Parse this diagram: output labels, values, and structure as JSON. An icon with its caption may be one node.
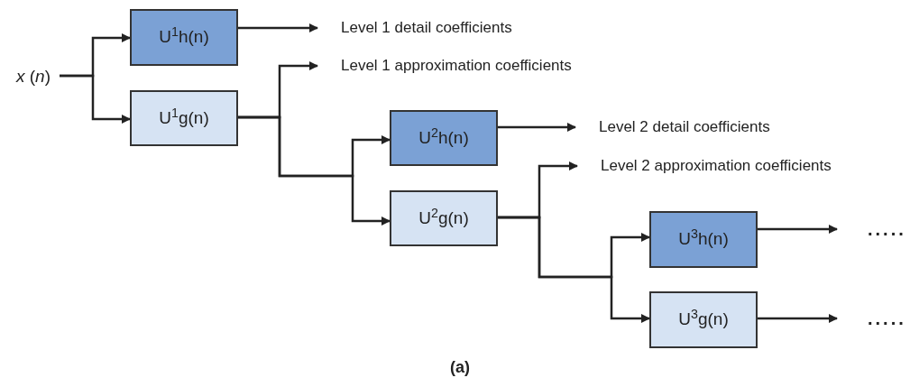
{
  "diagram": {
    "caption": "(a)",
    "nodes": [
      {
        "text": [
          "*x* (*n*)"
        ]
      },
      {
        "text": [
          "U$^{1}$h(n)"
        ]
      },
      {
        "text": [
          "U$^{1}$g(n)"
        ]
      },
      {
        "text": [
          "Level 1 detail coefficients"
        ]
      },
      {
        "text": [
          "Level 1 approximation coefficients"
        ]
      },
      {
        "text": [
          "U$^{2}$h(n)"
        ]
      },
      {
        "text": [
          "U$^{2}$g(n)"
        ]
      },
      {
        "text": [
          "Level 2 detail coefficients"
        ]
      },
      {
        "text": [
          "Level 2 approximation coefficients"
        ]
      },
      {
        "text": [
          "U$^{3}$h(n)"
        ]
      },
      {
        "text": [
          "U$^{3}$g(n)"
        ]
      },
      {
        "text": [
          "....."
        ]
      },
      {
        "text": [
          "....."
        ]
      }
    ],
    "edges": [
      {
        "from": 0,
        "to": 1,
        "arrow": "to"
      },
      {
        "from": 0,
        "to": 2,
        "arrow": "to"
      },
      {
        "from": 1,
        "to": 3,
        "arrow": "to"
      },
      {
        "from": 2,
        "to": 4,
        "arrow": "to"
      },
      {
        "from": 2,
        "to": 5,
        "arrow": "to"
      },
      {
        "from": 2,
        "to": 6,
        "arrow": "to"
      },
      {
        "from": 5,
        "to": 7,
        "arrow": "to"
      },
      {
        "from": 6,
        "to": 8,
        "arrow": "to"
      },
      {
        "from": 6,
        "to": 9,
        "arrow": "to"
      },
      {
        "from": 6,
        "to": 10,
        "arrow": "to"
      },
      {
        "from": 9,
        "to": 11,
        "arrow": "to"
      },
      {
        "from": 10,
        "to": 12,
        "arrow": "to"
      }
    ]
  }
}
